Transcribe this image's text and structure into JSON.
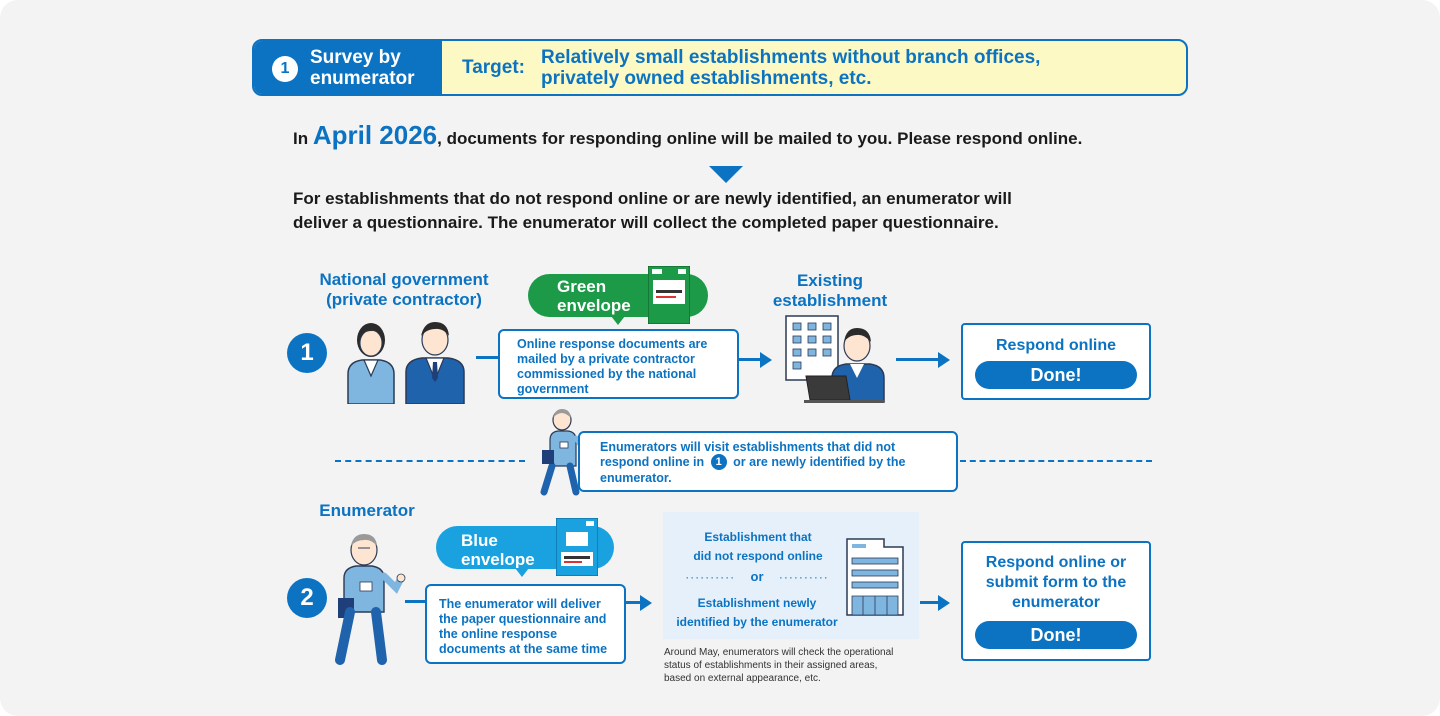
{
  "banner": {
    "step_number": "1",
    "title_line1": "Survey by",
    "title_line2": "enumerator",
    "target_label": "Target:",
    "desc_line1": "Relatively small establishments without branch offices,",
    "desc_line2": "privately owned establishments, etc."
  },
  "lead": {
    "prefix": "In ",
    "date": "April 2026",
    "suffix": ", documents for responding online will be mailed to you. Please respond online."
  },
  "paragraph": {
    "line1": "For establishments that do not respond online or are newly identified, an enumerator will",
    "line2": "deliver a questionnaire. The enumerator will collect the completed paper questionnaire."
  },
  "step1": {
    "number": "1",
    "actor_line1": "National government",
    "actor_line2": "(private contractor)",
    "envelope_line1": "Green",
    "envelope_line2": "envelope",
    "box_lines": [
      "Online response documents are",
      "mailed by a private contractor",
      "commissioned by the national",
      "government"
    ],
    "recipient_line1": "Existing",
    "recipient_line2": "establishment",
    "result_title": "Respond online",
    "done_label": "Done!"
  },
  "visit": {
    "line1": "Enumerators will visit establishments that did not",
    "line2_prefix": "respond online in",
    "line2_ref": "1",
    "line2_suffix": "or are newly identified by the",
    "line3": "enumerator."
  },
  "step2": {
    "number": "2",
    "actor": "Enumerator",
    "envelope_line1": "Blue",
    "envelope_line2": "envelope",
    "box_lines": [
      "The enumerator will deliver",
      "the paper questionnaire and",
      "the online response",
      "documents at the same time"
    ],
    "panel_line1": "Establishment that",
    "panel_line2": "did not respond online",
    "panel_or": "or",
    "panel_dots": "··········",
    "panel_line3": "Establishment newly",
    "panel_line4": "identified by the enumerator",
    "result_line1": "Respond online or",
    "result_line2": "submit form to the",
    "result_line3": "enumerator",
    "done_label": "Done!",
    "note_lines": [
      "Around May, enumerators will check the operational",
      "status of establishments in their assigned areas,",
      "based on external appearance, etc."
    ]
  },
  "colors": {
    "primary_blue": "#0b73c2",
    "green": "#1c9a47",
    "light_blue": "#1aa2e0",
    "banner_yellow": "#fcf9c4",
    "panel_blue": "#e6f0fa"
  }
}
